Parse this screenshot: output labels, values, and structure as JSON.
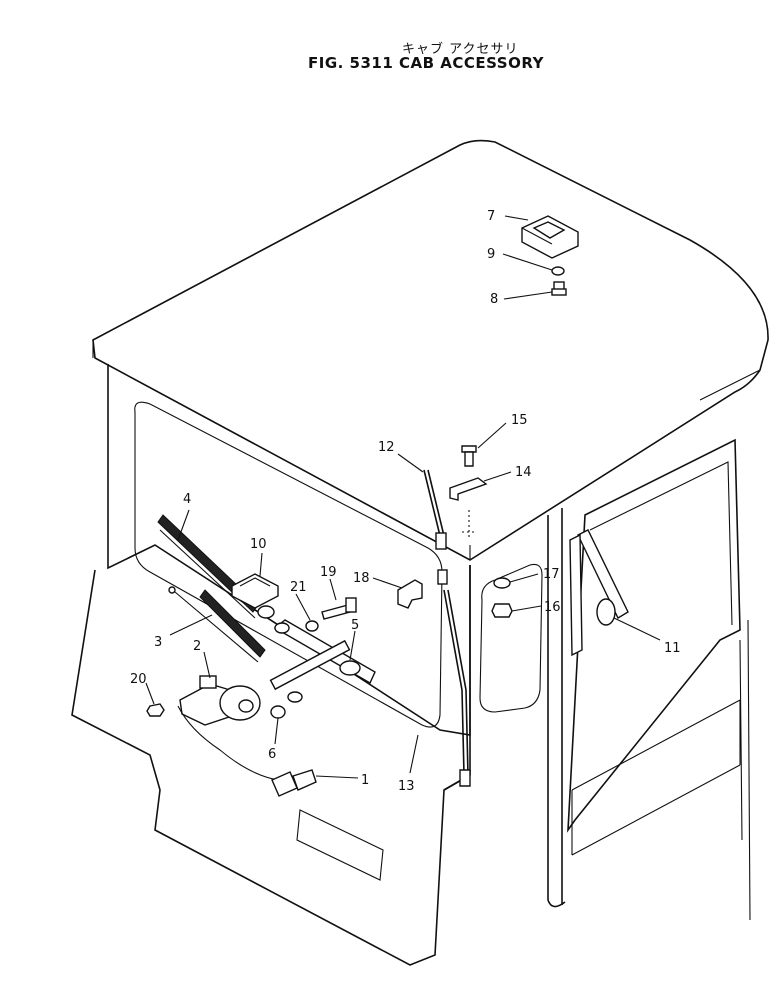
{
  "title": {
    "japanese": "キャブ アクセサリ",
    "english": "FIG. 5311   CAB ACCESSORY"
  },
  "callouts": [
    {
      "id": "c1",
      "label": "1"
    },
    {
      "id": "c2",
      "label": "2"
    },
    {
      "id": "c3",
      "label": "3"
    },
    {
      "id": "c4",
      "label": "4"
    },
    {
      "id": "c5",
      "label": "5"
    },
    {
      "id": "c6",
      "label": "6"
    },
    {
      "id": "c7",
      "label": "7"
    },
    {
      "id": "c8",
      "label": "8"
    },
    {
      "id": "c9",
      "label": "9"
    },
    {
      "id": "c10",
      "label": "10"
    },
    {
      "id": "c11",
      "label": "11"
    },
    {
      "id": "c12",
      "label": "12"
    },
    {
      "id": "c13",
      "label": "13"
    },
    {
      "id": "c14",
      "label": "14"
    },
    {
      "id": "c15",
      "label": "15"
    },
    {
      "id": "c16",
      "label": "16"
    },
    {
      "id": "c17",
      "label": "17"
    },
    {
      "id": "c18",
      "label": "18"
    },
    {
      "id": "c19",
      "label": "19"
    },
    {
      "id": "c20",
      "label": "20"
    },
    {
      "id": "c21",
      "label": "21"
    }
  ]
}
